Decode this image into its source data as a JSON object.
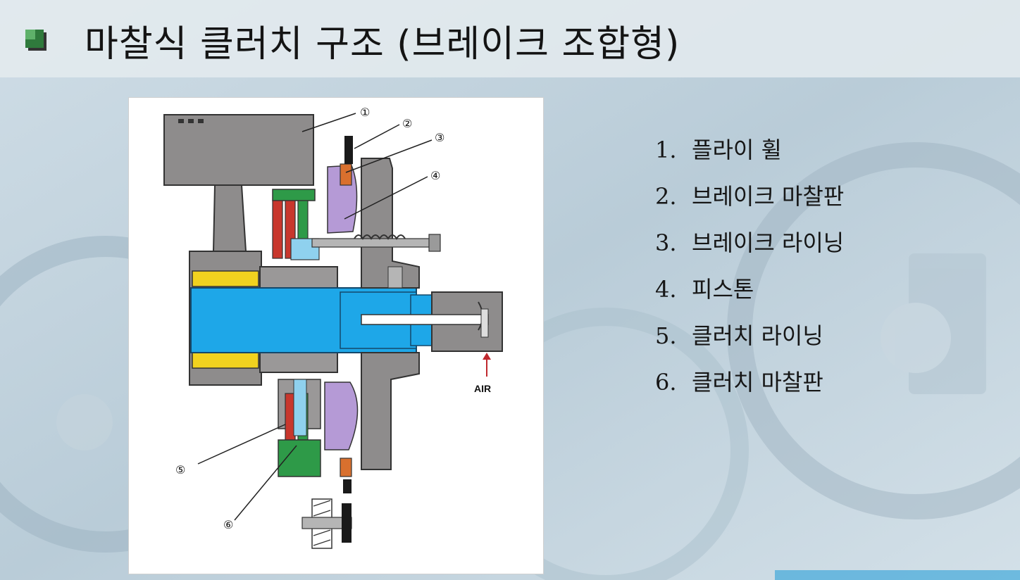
{
  "slide": {
    "title": "마찰식 클러치 구조 (브레이크 조합형)",
    "bullet_icon": "square-bullet-icon"
  },
  "diagram": {
    "callouts": [
      "①",
      "②",
      "③",
      "④",
      "⑤",
      "⑥"
    ],
    "air_label": "AIR"
  },
  "legend": [
    {
      "num": "1.",
      "text": "플라이 휠"
    },
    {
      "num": "2.",
      "text": "브레이크 마찰판"
    },
    {
      "num": "3.",
      "text": "브레이크 라이닝"
    },
    {
      "num": "4.",
      "text": "피스톤"
    },
    {
      "num": "5.",
      "text": "클러치 라이닝"
    },
    {
      "num": "6.",
      "text": "클러치 마찰판"
    }
  ],
  "colors": {
    "shaft": "#1ea7e8",
    "housing": "#8e8c8c",
    "clutch_lining": "#c8372d",
    "piston": "#b59ad6",
    "friction_plate": "#2e9a48",
    "brake_lining": "#d9702e",
    "bolt": "#b5b5b5"
  }
}
